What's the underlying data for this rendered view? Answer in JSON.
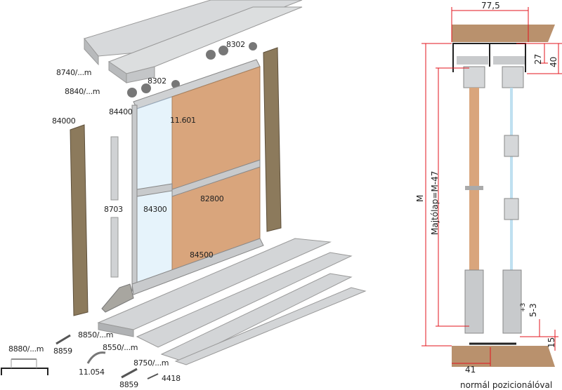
{
  "exploded_view": {
    "labels": {
      "top_track": "8740/...m",
      "top_track_2": "8840/...m",
      "roller_top": "8302",
      "roller_left": "8302",
      "top_profile": "84400",
      "glass": "11.601",
      "side_profile": "84000",
      "connector": "8703",
      "middle_profile": "84300",
      "panel_divider": "82800",
      "bottom_profile": "84500",
      "bottom_track": "8850/...m",
      "stopper_1": "8859",
      "track_2": "8550/...m",
      "spring": "11.054",
      "track_3": "8750/...m",
      "stopper_2": "8859",
      "screw": "4418",
      "section_track": "8880/...m"
    }
  },
  "section_view": {
    "width_dim": "77,5",
    "dim_27": "27",
    "dim_40": "40",
    "height_M": "M",
    "panel_height": "Majtólap=M-47",
    "tolerance": "+3",
    "tolerance_base": "5-3",
    "dim_15": "15",
    "dim_41": "41",
    "caption": "normál pozicionálóval"
  },
  "colors": {
    "wood": "#b9916d",
    "panel": "#d9a57c",
    "frame_bronze": "#8c7a5c",
    "aluminium": "#c8cacc",
    "dimension_red": "#e3141d"
  }
}
